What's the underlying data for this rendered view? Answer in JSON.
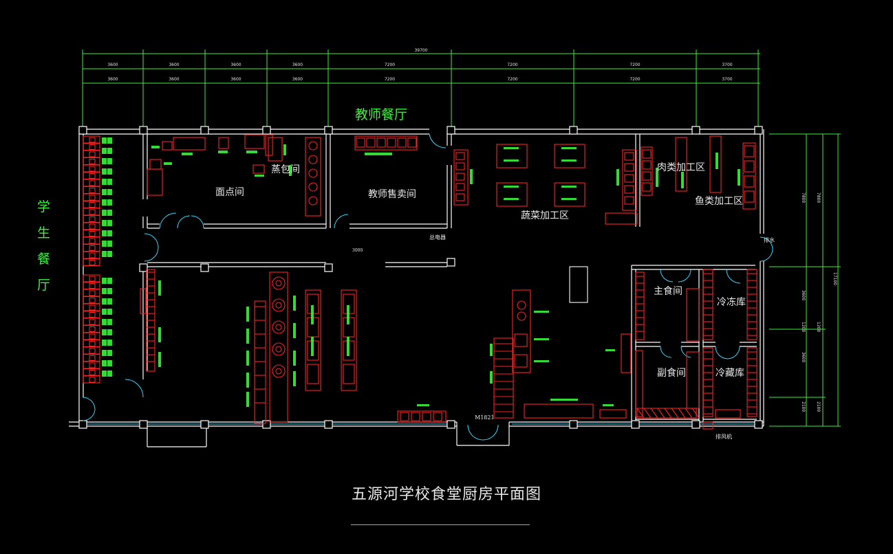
{
  "drawing": {
    "title": "五源河学校食堂厨房平面图",
    "teacher_dining": "教师餐厅",
    "student_dining": [
      "学",
      "生",
      "餐",
      "厅"
    ],
    "rooms": [
      {
        "id": "pastry",
        "label": "面点间"
      },
      {
        "id": "steam",
        "label": "蒸包间"
      },
      {
        "id": "teacher_sales",
        "label": "教师售卖间"
      },
      {
        "id": "veg",
        "label": "蔬菜加工区"
      },
      {
        "id": "meat",
        "label": "肉类加工区"
      },
      {
        "id": "fish",
        "label": "鱼类加工区"
      },
      {
        "id": "staple",
        "label": "主食间"
      },
      {
        "id": "side",
        "label": "副食间"
      },
      {
        "id": "freeze",
        "label": "冷冻库"
      },
      {
        "id": "chill",
        "label": "冷藏库"
      }
    ],
    "small_labels": {
      "door_code": "M1821",
      "elec": "总电器",
      "exhaust": "排风机",
      "drain": "排水",
      "mid_dim": "3000"
    },
    "top_total": "39700",
    "top_dims_row1": [
      "3600",
      "3600",
      "3600",
      "3600",
      "7200",
      "7200",
      "7200",
      "3700"
    ],
    "top_dims_row2": [
      "3600",
      "3600",
      "3600",
      "3600",
      "7200",
      "7200",
      "7200",
      "3700"
    ],
    "right_dims_outer": [
      "7800",
      "3600",
      "1200",
      "3600",
      "2100"
    ],
    "right_dims_mid": [
      "7800",
      "1200",
      "2100"
    ],
    "right_total": "17100"
  },
  "colors": {
    "wall": "#ffffff",
    "equip": "#ff2020",
    "label": "#3cf23c",
    "dim": "#3cf23c",
    "text": "#e8e8e8"
  }
}
